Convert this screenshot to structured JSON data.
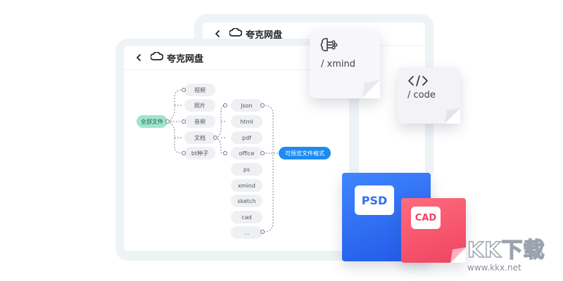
{
  "window_back": {
    "title": "夸克网盘"
  },
  "window_front": {
    "title": "夸克网盘"
  },
  "mindmap": {
    "root": "全部文件",
    "level1": [
      "视频",
      "照片",
      "音频",
      "文档",
      "bt种子"
    ],
    "level2": [
      "Json",
      "html",
      "pdf",
      "office",
      "ps",
      "xmind",
      "sketch",
      "cad",
      "..."
    ],
    "preview_tag": "可预览文件格式"
  },
  "cards": {
    "xmind": {
      "label": "/ xmind",
      "icon": "brain-icon"
    },
    "code": {
      "label": "/ code",
      "icon": "code-brackets-icon"
    },
    "psd": {
      "label": "PSD",
      "color": "#2f6ff0"
    },
    "cad": {
      "label": "CAD",
      "color": "#f24b66"
    }
  },
  "watermark": {
    "brand": "KK下载",
    "url": "www.kkx.net"
  },
  "colors": {
    "accent_blue": "#1d8bf2",
    "root_green": "#9ee6cc"
  }
}
